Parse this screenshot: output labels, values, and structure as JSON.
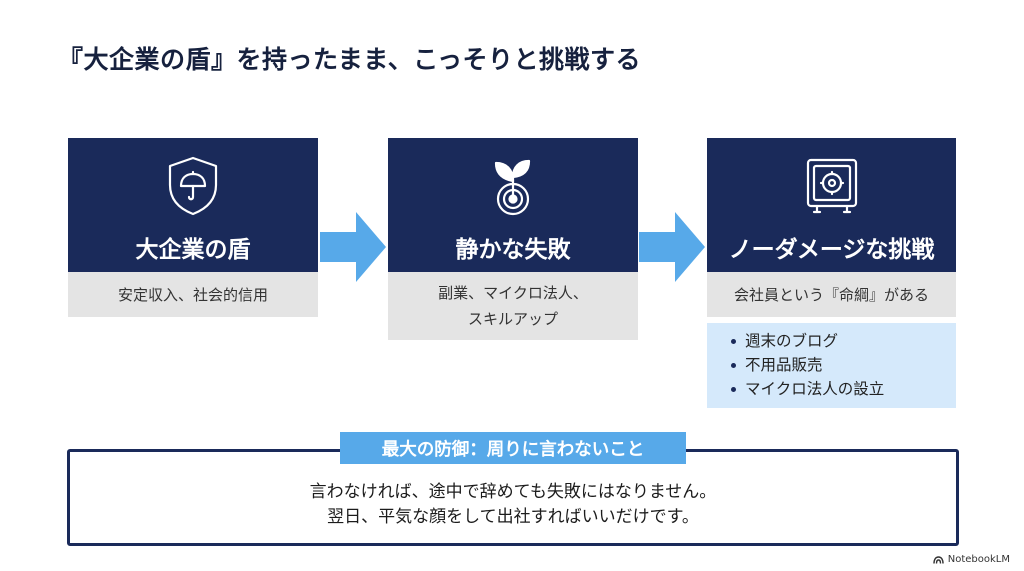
{
  "title": "『大企業の盾』を持ったまま、こっそりと挑戦する",
  "cards": [
    {
      "title": "大企業の盾",
      "subtitle": [
        "安定収入、社会的信用"
      ],
      "icon": "shield-umbrella-icon"
    },
    {
      "title": "静かな失敗",
      "subtitle": [
        "副業、マイクロ法人、",
        "スキルアップ"
      ],
      "icon": "sprout-target-icon"
    },
    {
      "title": "ノーダメージな挑戦",
      "subtitle": [
        "会社員という『命綱』がある"
      ],
      "icon": "safe-icon"
    }
  ],
  "bullets": [
    "週末のブログ",
    "不用品販売",
    "マイクロ法人の設立"
  ],
  "defense": {
    "label": "最大の防御：周りに言わないこと",
    "lines": [
      "言わなければ、途中で辞めても失敗にはなりません。",
      "翌日、平気な顔をして出社すればいいだけです。"
    ]
  },
  "footer": {
    "brand": "NotebookLM"
  },
  "colors": {
    "navy": "#1a2a5a",
    "accent_blue": "#57a9e9",
    "light_blue": "#d5e9fb",
    "gray": "#e4e4e4"
  }
}
